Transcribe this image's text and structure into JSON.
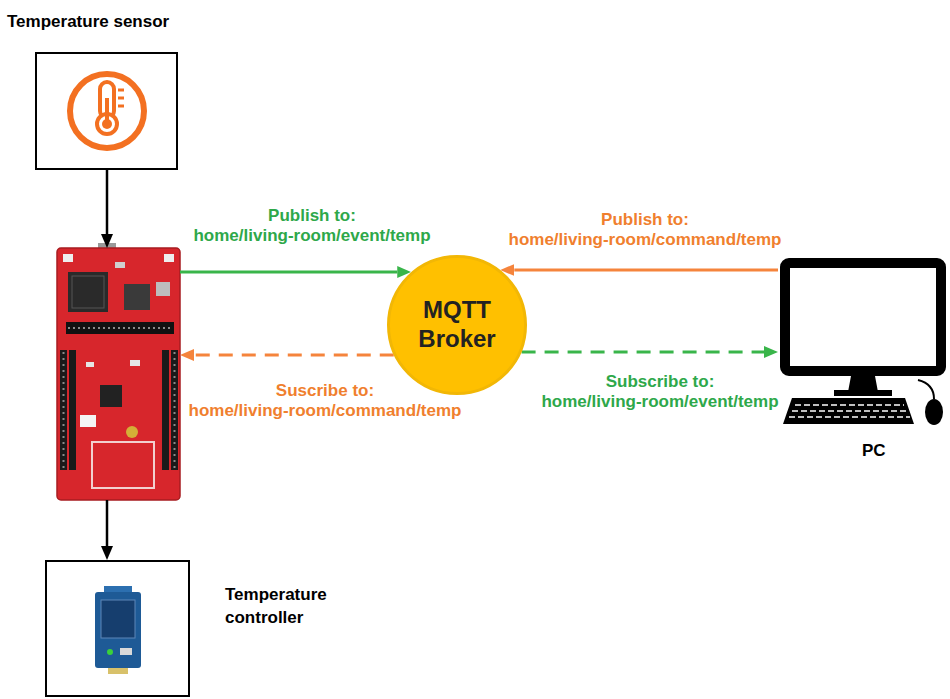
{
  "diagram": {
    "nodes": [
      {
        "text": [
          "Temperature sensor"
        ]
      },
      {
        "text": []
      },
      {
        "text": [
          "MQTT Broker"
        ]
      },
      {
        "text": [
          "PC"
        ]
      },
      {
        "text": [
          "Temperature controller"
        ]
      }
    ],
    "edges": [
      {
        "from": 0,
        "to": 1,
        "arrow": "to"
      },
      {
        "from": 1,
        "to": 2,
        "label": "Publish to: home/living-room/event/temp",
        "arrow": "to"
      },
      {
        "from": 3,
        "to": 2,
        "label": "Publish to: home/living-room/command/temp",
        "arrow": "to"
      },
      {
        "from": 2,
        "to": 1,
        "label": "Suscribe to: home/living-room/command/temp",
        "arrow": "to"
      },
      {
        "from": 2,
        "to": 3,
        "label": "Subscribe to: home/living-room/event/temp",
        "arrow": "to"
      },
      {
        "from": 1,
        "to": 4,
        "arrow": "to"
      }
    ]
  }
}
